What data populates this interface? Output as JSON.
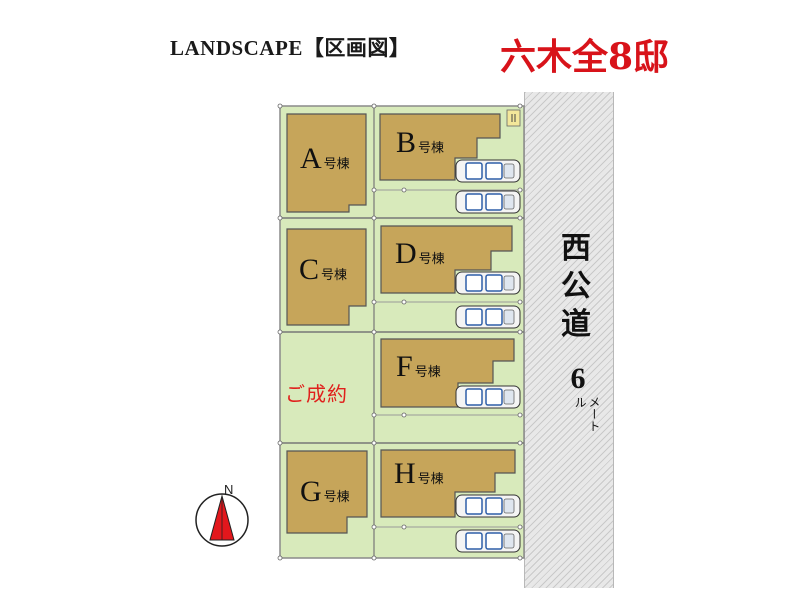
{
  "header": {
    "title": "LANDSCAPE【区画図】",
    "headline": "六木全8邸"
  },
  "road": {
    "name": "西公道",
    "width": "6",
    "unit": "メートル"
  },
  "lots": [
    {
      "id": "A",
      "unit": "号棟"
    },
    {
      "id": "B",
      "unit": "号棟"
    },
    {
      "id": "C",
      "unit": "号棟"
    },
    {
      "id": "D",
      "unit": "号棟"
    },
    {
      "id": "F",
      "unit": "号棟"
    },
    {
      "id": "G",
      "unit": "号棟"
    },
    {
      "id": "H",
      "unit": "号棟"
    }
  ],
  "sold_label": "ご成約",
  "compass": {
    "letter": "N"
  },
  "colors": {
    "lot_green": "#d8eabb",
    "building": "#c6a55a",
    "sold_text": "#e0201c",
    "headline_red": "#d8131a"
  }
}
